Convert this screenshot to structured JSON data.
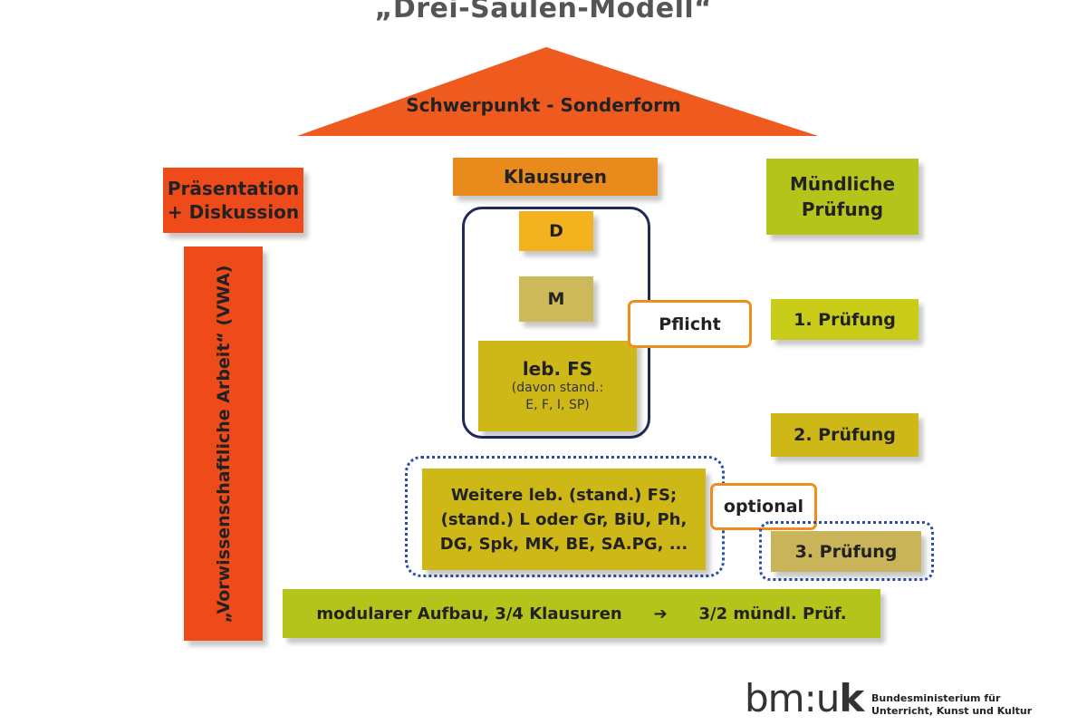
{
  "title": "„Drei-Säulen-Modell“",
  "roof": {
    "label": "Schwerpunkt - Sonderform"
  },
  "left_pillar": {
    "header": [
      "Präsentation",
      "+ Diskussion"
    ],
    "column": "„Vorwissenschaftliche Arbeit“ (VWA)"
  },
  "middle_pillar": {
    "header": "Klausuren",
    "subjects": {
      "d": "D",
      "m": "M",
      "leb_title": "leb. FS",
      "leb_sub": [
        "(davon stand.:",
        "E, F, I, SP)"
      ]
    },
    "pflicht": "Pflicht",
    "weitere": [
      "Weitere leb. (stand.) FS;",
      "(stand.) L oder Gr, BiU, Ph,",
      "DG, Spk, MK, BE, SA.PG, ..."
    ],
    "optional": "optional"
  },
  "right_pillar": {
    "header": [
      "Mündliche",
      "Prüfung"
    ],
    "exams": [
      "1. Prüfung",
      "2. Prüfung",
      "3. Prüfung"
    ]
  },
  "foundation": {
    "left": "modularer Aufbau, 3/4 Klausuren",
    "arrow": "➔",
    "right": "3/2 mündl. Prüf."
  },
  "logo": {
    "mark_left": "bm:u",
    "mark_right": "k",
    "text": [
      "Bundesministerium für",
      "Unterricht, Kunst und Kultur"
    ]
  },
  "colors": {
    "roof": "#ef5b1f",
    "red": "#ee4a1a",
    "orange": "#e88a1c",
    "yellow_green": "#b5c41a",
    "gold": "#cdb818",
    "frame_navy": "#1f2a5a",
    "dotted_blue": "#2a4ea8",
    "callout_orange": "#ef8d1f"
  }
}
